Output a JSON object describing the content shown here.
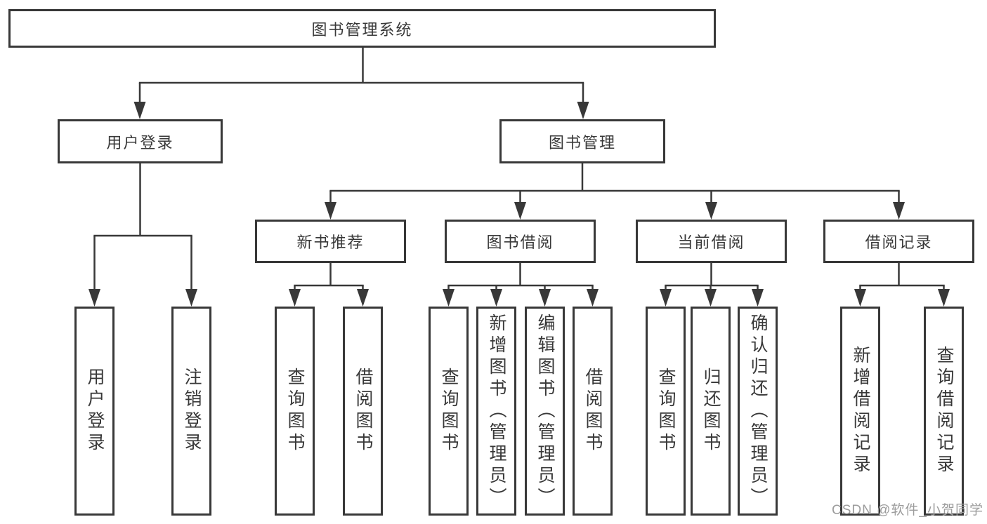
{
  "colors": {
    "line": "#383838",
    "text": "#383838",
    "background": "#ffffff",
    "watermark": "#9c9c9c"
  },
  "tree": {
    "root": {
      "label": "图书管理系统"
    },
    "user_login_branch": {
      "label": "用户登录",
      "children": [
        {
          "label": "用户登录"
        },
        {
          "label": "注销登录"
        }
      ]
    },
    "book_mgmt_branch": {
      "label": "图书管理",
      "sections": [
        {
          "label": "新书推荐",
          "children": [
            {
              "label": "查询图书"
            },
            {
              "label": "借阅图书"
            }
          ]
        },
        {
          "label": "图书借阅",
          "children": [
            {
              "label": "查询图书"
            },
            {
              "label": "新增图书（管理员）"
            },
            {
              "label": "编辑图书（管理员）"
            },
            {
              "label": "借阅图书"
            }
          ]
        },
        {
          "label": "当前借阅",
          "children": [
            {
              "label": "查询图书"
            },
            {
              "label": "归还图书"
            },
            {
              "label": "确认归还（管理员）"
            }
          ]
        },
        {
          "label": "借阅记录",
          "children": [
            {
              "label": "新增借阅记录"
            },
            {
              "label": "查询借阅记录"
            }
          ]
        }
      ]
    }
  },
  "watermark": "CSDN @软件_小贺同学"
}
